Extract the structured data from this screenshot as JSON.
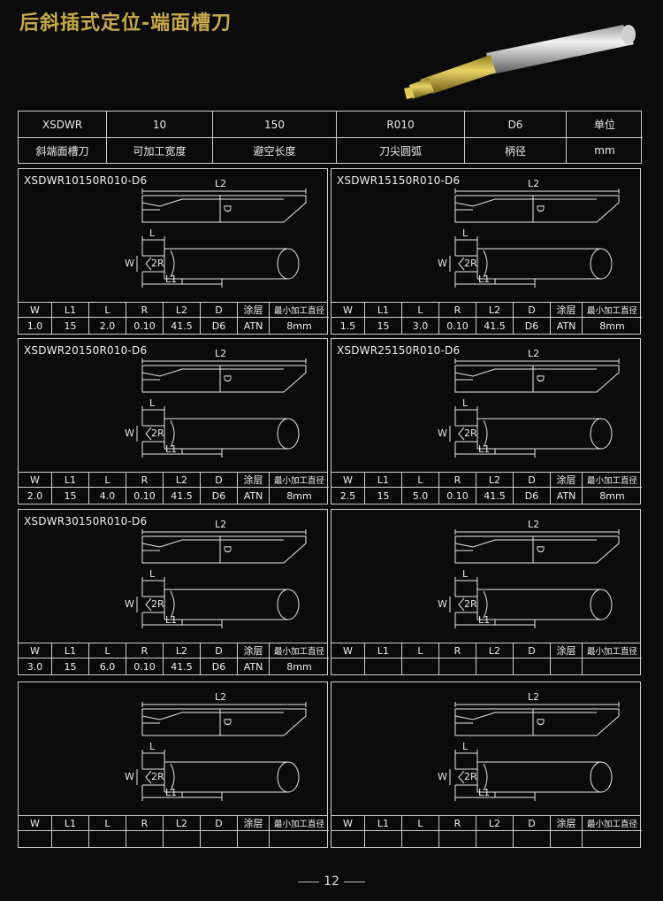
{
  "title": "后斜插式定位-端面槽刀",
  "header": {
    "row1": [
      "XSDWR",
      "10",
      "150",
      "R010",
      "D6",
      "单位"
    ],
    "row2": [
      "斜端面槽刀",
      "可加工宽度",
      "避空长度",
      "刀尖圆弧",
      "柄径",
      "mm"
    ]
  },
  "drawing_labels": {
    "l2": "L2",
    "d": "D",
    "l": "L",
    "l1": "L1",
    "w": "W",
    "r": "2R"
  },
  "spec_headers": [
    "W",
    "L1",
    "L",
    "R",
    "L2",
    "D",
    "涂层",
    "最小加工直径"
  ],
  "cards": [
    {
      "model": "XSDWR10150R010-D6",
      "values": [
        "1.0",
        "15",
        "2.0",
        "0.10",
        "41.5",
        "D6",
        "ATN",
        "8mm"
      ]
    },
    {
      "model": "XSDWR15150R010-D6",
      "values": [
        "1.5",
        "15",
        "3.0",
        "0.10",
        "41.5",
        "D6",
        "ATN",
        "8mm"
      ]
    },
    {
      "model": "XSDWR20150R010-D6",
      "values": [
        "2.0",
        "15",
        "4.0",
        "0.10",
        "41.5",
        "D6",
        "ATN",
        "8mm"
      ]
    },
    {
      "model": "XSDWR25150R010-D6",
      "values": [
        "2.5",
        "15",
        "5.0",
        "0.10",
        "41.5",
        "D6",
        "ATN",
        "8mm"
      ]
    },
    {
      "model": "XSDWR30150R010-D6",
      "values": [
        "3.0",
        "15",
        "6.0",
        "0.10",
        "41.5",
        "D6",
        "ATN",
        "8mm"
      ]
    },
    {
      "model": "",
      "values": [
        "",
        "",
        "",
        "",
        "",
        "",
        "",
        ""
      ]
    },
    {
      "model": "",
      "values": [
        "",
        "",
        "",
        "",
        "",
        "",
        "",
        ""
      ]
    },
    {
      "model": "",
      "values": [
        "",
        "",
        "",
        "",
        "",
        "",
        "",
        ""
      ]
    }
  ],
  "page_number": "12",
  "colors": {
    "gold": "#c8a94a",
    "background": "#0b0b0b",
    "line": "#cfcfcf"
  }
}
